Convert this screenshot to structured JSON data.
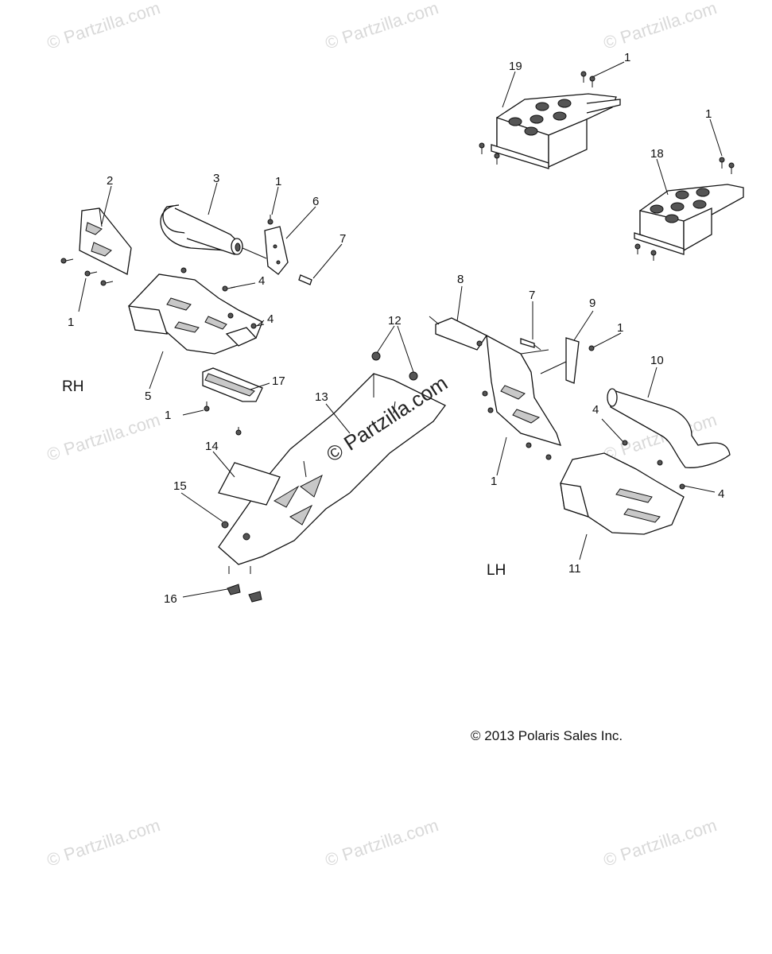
{
  "watermark": "© Partzilla.com",
  "center_watermark": "© Partzilla.com",
  "copyright": "© 2013 Polaris Sales Inc.",
  "side_labels": {
    "rh": "RH",
    "lh": "LH"
  },
  "callouts": [
    "1",
    "1",
    "1",
    "1",
    "1",
    "1",
    "1",
    "2",
    "3",
    "4",
    "4",
    "4",
    "4",
    "5",
    "6",
    "7",
    "7",
    "8",
    "9",
    "10",
    "11",
    "12",
    "13",
    "14",
    "15",
    "16",
    "17",
    "18",
    "19"
  ]
}
